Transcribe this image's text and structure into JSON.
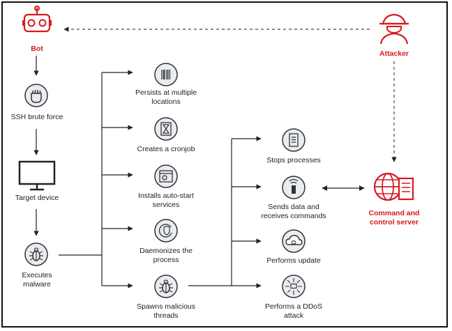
{
  "colors": {
    "accent": "#d71920",
    "stroke": "#333333",
    "icon_bg": "#e9ecf1",
    "line": "#222222"
  },
  "left_column": {
    "bot": {
      "label": "Bot",
      "icon": "robot-icon"
    },
    "ssh": {
      "label": "SSH brute force",
      "icon": "fist-icon"
    },
    "target": {
      "label": "Target device",
      "icon": "monitor-icon"
    },
    "exec": {
      "label": "Executes\nmalware",
      "icon": "bug-icon"
    }
  },
  "middle_column": [
    {
      "label": "Persists at multiple\nlocations",
      "icon": "barcode-icon"
    },
    {
      "label": "Creates a cronjob",
      "icon": "hourglass-icon"
    },
    {
      "label": "Installs auto-start\nservices",
      "icon": "gear-window-icon"
    },
    {
      "label": "Daemonizes the\nprocess",
      "icon": "shield-refresh-icon"
    },
    {
      "label": "Spawns malicious\nthreads",
      "icon": "bug-icon"
    }
  ],
  "right_column": [
    {
      "label": "Stops processes",
      "icon": "clipboard-icon"
    },
    {
      "label": "Sends data and\nreceives commands",
      "icon": "remote-icon"
    },
    {
      "label": "Performs update",
      "icon": "cloud-sync-icon"
    },
    {
      "label": "Performs a DDoS\nattack",
      "icon": "ddos-icon"
    }
  ],
  "attacker": {
    "label": "Attacker",
    "icon": "hacker-icon"
  },
  "c2": {
    "label": "Command and control server",
    "icon": "globe-server-icon"
  }
}
